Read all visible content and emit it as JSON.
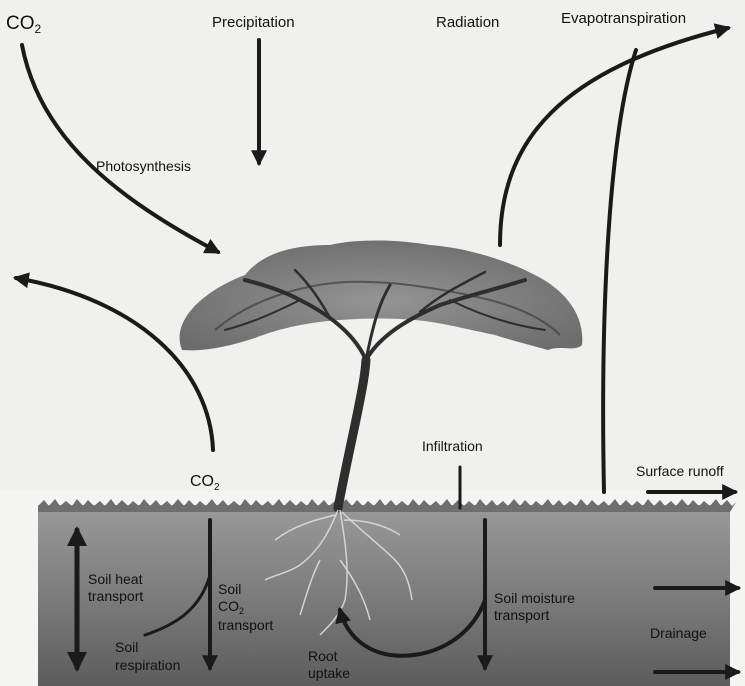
{
  "labels": {
    "co2_top": "CO",
    "co2_top_sub": "2",
    "precipitation": "Precipitation",
    "radiation": "Radiation",
    "evapotranspiration": "Evapotranspiration",
    "photosynthesis": "Photosynthesis",
    "co2_ground": "CO",
    "co2_ground_sub": "2",
    "infiltration": "Infiltration",
    "surface_runoff": "Surface runoff",
    "soil_heat_line1": "Soil heat",
    "soil_heat_line2": "transport",
    "soil_co2_line1": "Soil",
    "soil_co2_line2": "CO",
    "soil_co2_line2_sub": "2",
    "soil_co2_line3": "transport",
    "soil_resp_line1": "Soil",
    "soil_resp_line2": "respiration",
    "soil_moist_line1": "Soil moisture",
    "soil_moist_line2": "transport",
    "root_line1": "Root",
    "root_line2": "uptake",
    "drainage": "Drainage"
  },
  "colors": {
    "sky": "#f4f4f2",
    "soil_top": "#8f8f8f",
    "soil_bottom": "#5f5f5f",
    "foliage": "#6b6b6b",
    "trunk": "#2e2e2e",
    "arrow": "#1a1a1a",
    "text": "#111111"
  }
}
